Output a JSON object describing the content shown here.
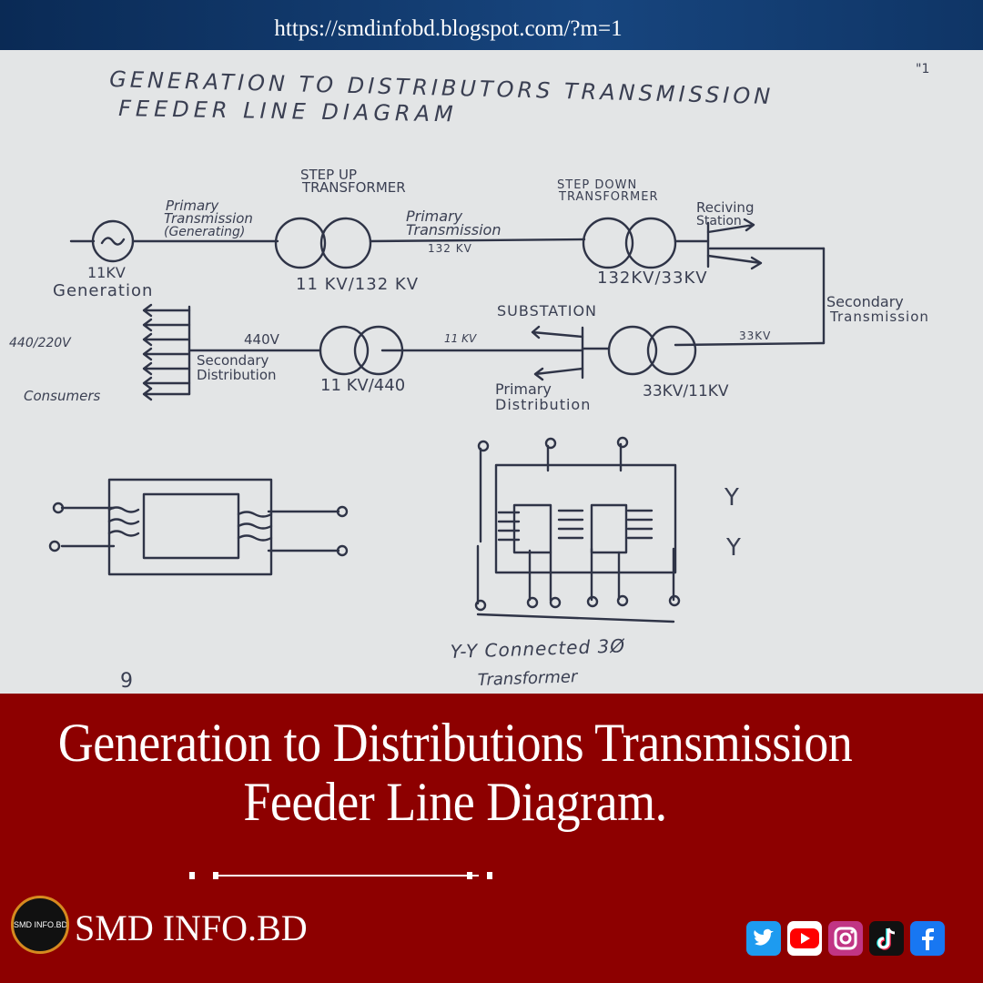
{
  "header": {
    "url": "https://smdinfobd.blogspot.com/?m=1"
  },
  "sheet": {
    "title_line1": "GENERATION TO DISTRIBUTORS TRANSMISSION",
    "title_line2": "FEEDER LINE DIAGRAM",
    "corner_mark": "\"1",
    "labels": {
      "step_up": "STEP UP",
      "step_up_2": "TRANSFORMER",
      "step_down": "STEP DOWN",
      "step_down_2": "TRANSFORMER",
      "primary_tx_gen_1": "Primary",
      "primary_tx_gen_2": "Transmission",
      "primary_tx_gen_3": "(Generating)",
      "primary_tx_1": "Primary",
      "primary_tx_2": "Transmission",
      "kv132": "132 KV",
      "receiving_1": "Reciving",
      "receiving_2": "Station",
      "kv11": "11KV",
      "generation": "Generation",
      "ratio_11_132": "11 KV/132 KV",
      "ratio_132_33": "132KV/33KV",
      "secondary_tx_1": "Secondary",
      "secondary_tx_2": "Transmission",
      "substation": "SUBSTATION",
      "v440": "440V",
      "kv11b": "11 KV",
      "kv33": "33KV",
      "v440_220": "440/220V",
      "secondary_dist_1": "Secondary",
      "secondary_dist_2": "Distribution",
      "ratio_11_440": "11 KV/440",
      "primary_dist_1": "Primary",
      "primary_dist_2": "Distribution",
      "ratio_33_11": "33KV/11KV",
      "consumers": "Consumers",
      "y1": "Y",
      "y2": "Y",
      "yy_1": "Y-Y Connected 3Ø",
      "yy_2": "Transformer",
      "page_no": "9"
    }
  },
  "caption": {
    "line1": "Generation to Distributions Transmission",
    "line2": "Feeder Line Diagram."
  },
  "brand": {
    "logo_text": "SMD INFO.BD",
    "name": "SMD INFO.BD"
  },
  "social": [
    {
      "icon": "twitter-icon",
      "color": "#1d9bf0"
    },
    {
      "icon": "youtube-icon",
      "color": "#ff0000"
    },
    {
      "icon": "instagram-icon",
      "color": "#c13584"
    },
    {
      "icon": "tiktok-icon",
      "color": "#111111"
    },
    {
      "icon": "facebook-icon",
      "color": "#1877f2"
    }
  ]
}
